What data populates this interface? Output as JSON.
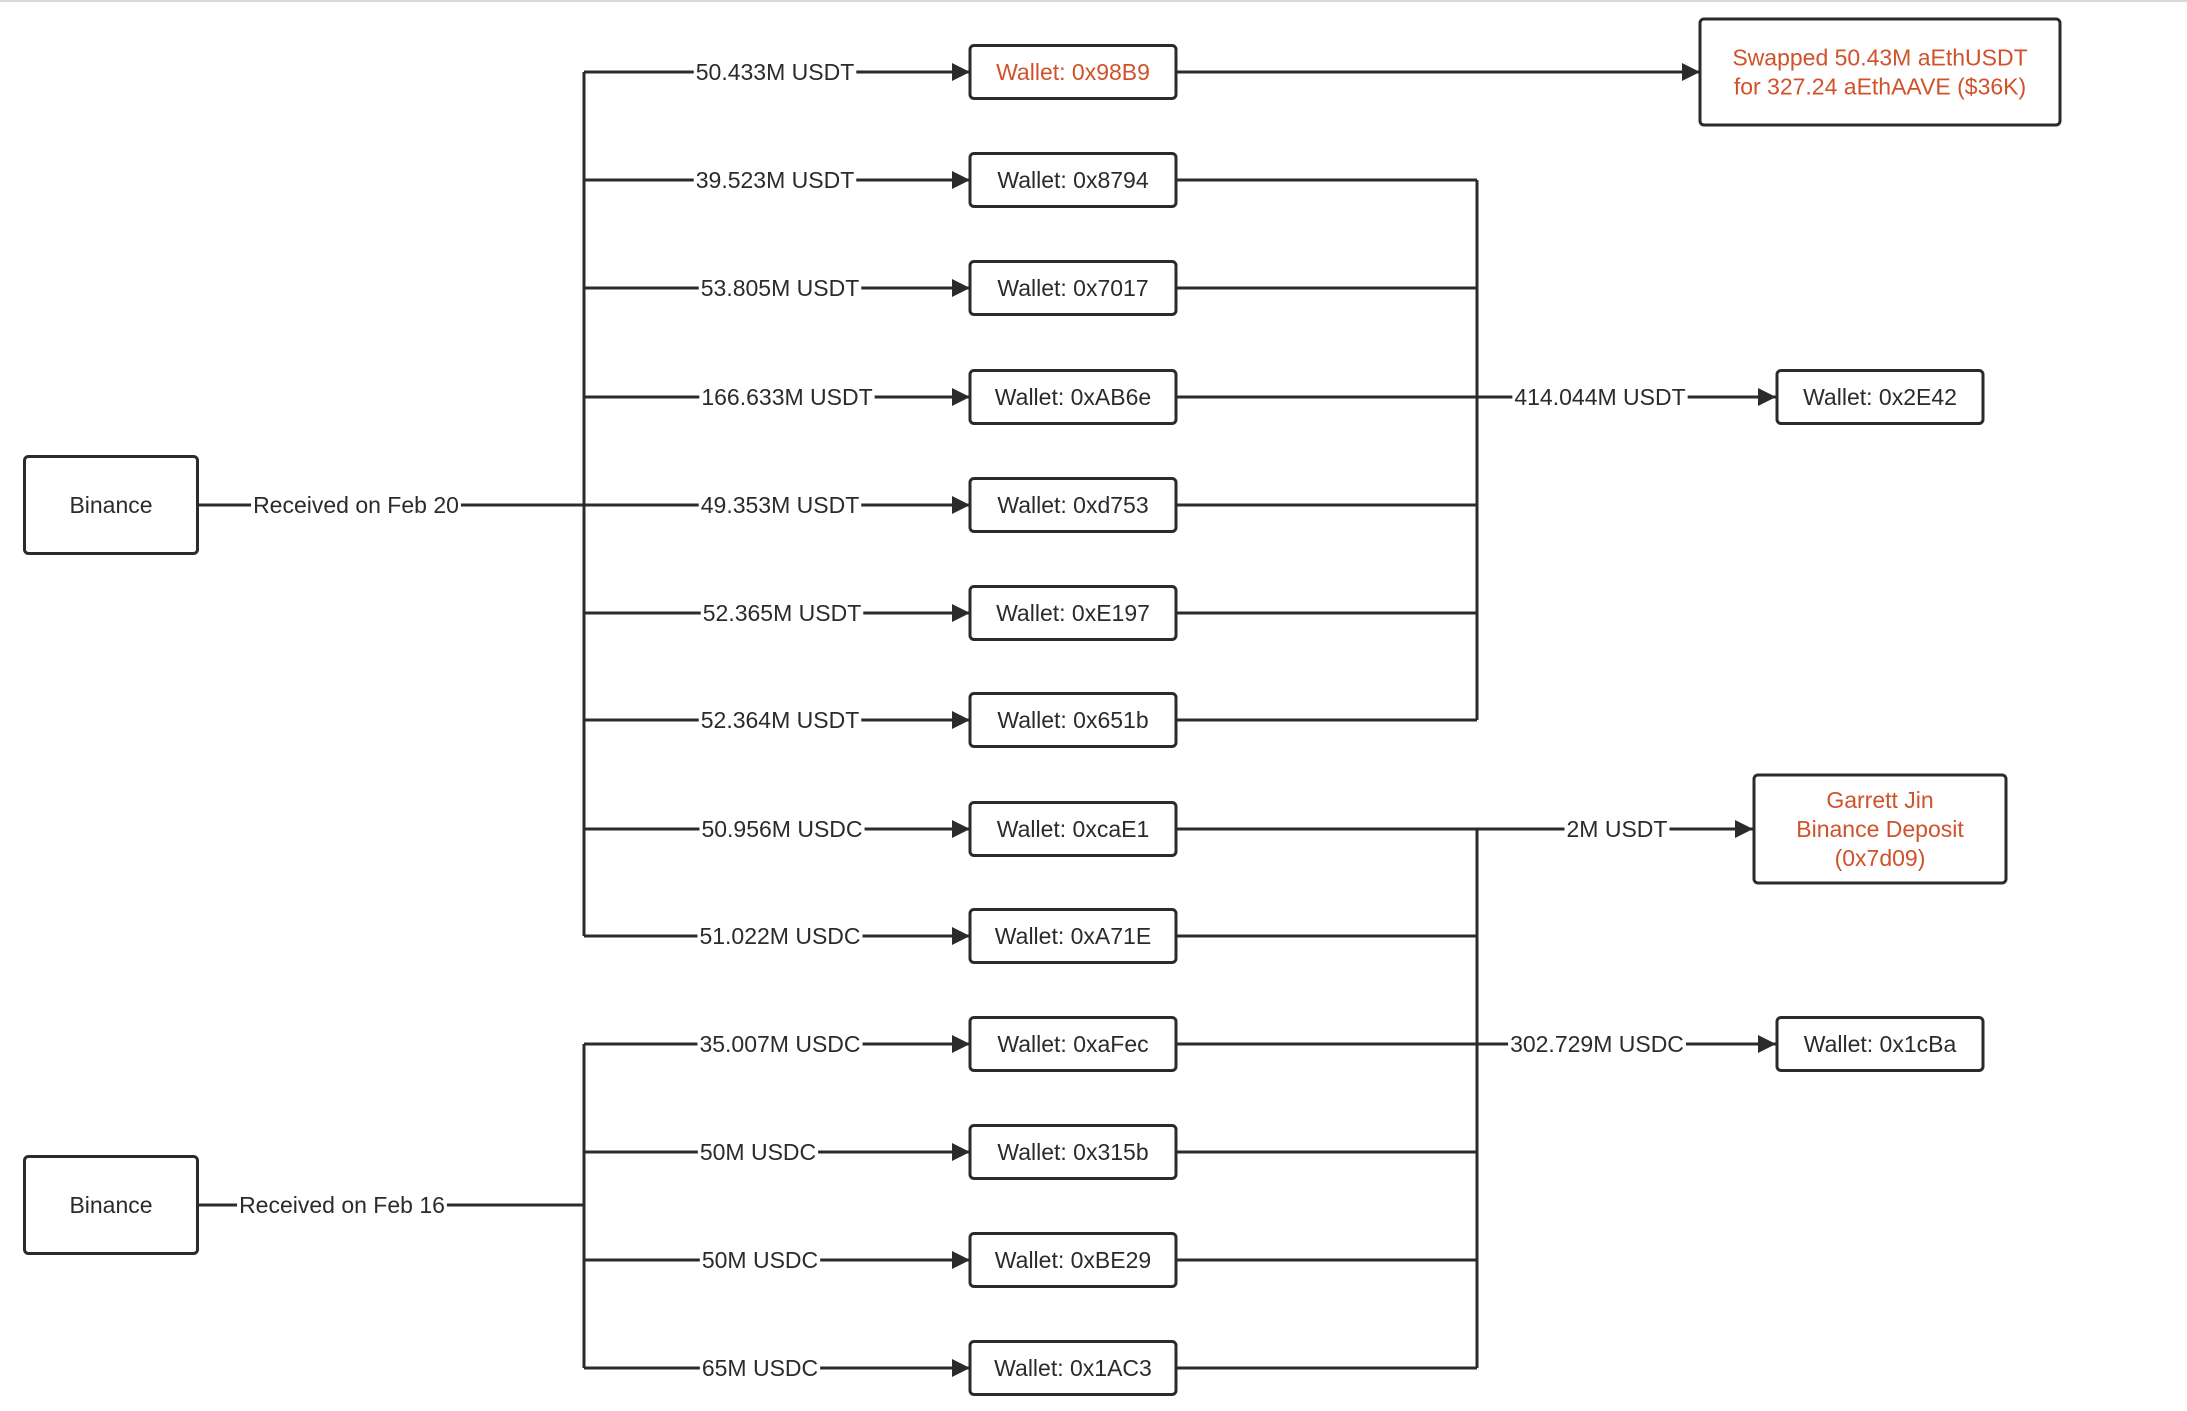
{
  "sources": [
    {
      "id": "binance-feb20",
      "label": "Binance",
      "edge_label": "Received on Feb 20"
    },
    {
      "id": "binance-feb16",
      "label": "Binance",
      "edge_label": "Received on Feb 16"
    }
  ],
  "wallets": [
    {
      "source": "binance-feb20",
      "amount": "50.433M USDT",
      "label": "Wallet: 0x98B9",
      "highlight": true
    },
    {
      "source": "binance-feb20",
      "amount": "39.523M USDT",
      "label": "Wallet: 0x8794"
    },
    {
      "source": "binance-feb20",
      "amount": "53.805M USDT",
      "label": "Wallet: 0x7017"
    },
    {
      "source": "binance-feb20",
      "amount": "166.633M USDT",
      "label": "Wallet: 0xAB6e"
    },
    {
      "source": "binance-feb20",
      "amount": "49.353M USDT",
      "label": "Wallet: 0xd753"
    },
    {
      "source": "binance-feb20",
      "amount": "52.365M USDT",
      "label": "Wallet: 0xE197"
    },
    {
      "source": "binance-feb20",
      "amount": "52.364M USDT",
      "label": "Wallet: 0x651b"
    },
    {
      "source": "binance-feb20",
      "amount": "50.956M USDC",
      "label": "Wallet: 0xcaE1"
    },
    {
      "source": "binance-feb20",
      "amount": "51.022M USDC",
      "label": "Wallet: 0xA71E"
    },
    {
      "source": "binance-feb16",
      "amount": "35.007M USDC",
      "label": "Wallet: 0xaFec"
    },
    {
      "source": "binance-feb16",
      "amount": "50M USDC",
      "label": "Wallet: 0x315b"
    },
    {
      "source": "binance-feb16",
      "amount": "50M USDC",
      "label": "Wallet: 0xBE29"
    },
    {
      "source": "binance-feb16",
      "amount": "65M USDC",
      "label": "Wallet: 0x1AC3"
    }
  ],
  "destinations": [
    {
      "id": "swap",
      "lines": [
        "Swapped 50.43M aEthUSDT",
        "for 327.24 aEthAAVE ($36K)"
      ],
      "highlight": true,
      "edge_label": ""
    },
    {
      "id": "wallet-2e42",
      "lines": [
        "Wallet: 0x2E42"
      ],
      "edge_label": "414.044M USDT"
    },
    {
      "id": "garrett-jin",
      "lines": [
        "Garrett Jin",
        "Binance Deposit",
        "(0x7d09)"
      ],
      "highlight": true,
      "edge_label": "2M USDT"
    },
    {
      "id": "wallet-1cba",
      "lines": [
        "Wallet: 0x1cBa"
      ],
      "edge_label": "302.729M USDC"
    }
  ],
  "colors": {
    "stroke": "#2b2b2b",
    "text": "#2b2b2b",
    "highlight_text": "#d0522a",
    "background": "#ffffff"
  }
}
